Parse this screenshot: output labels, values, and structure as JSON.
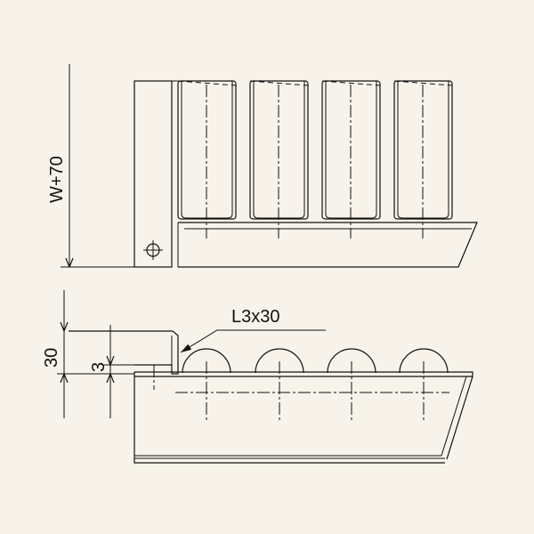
{
  "labels": {
    "overall_width": "W+70",
    "angle_height": "30",
    "angle_thickness": "3",
    "angle_callout": "L3x30"
  },
  "colors": {
    "background": "#f7f3ea",
    "line": "#111111"
  }
}
